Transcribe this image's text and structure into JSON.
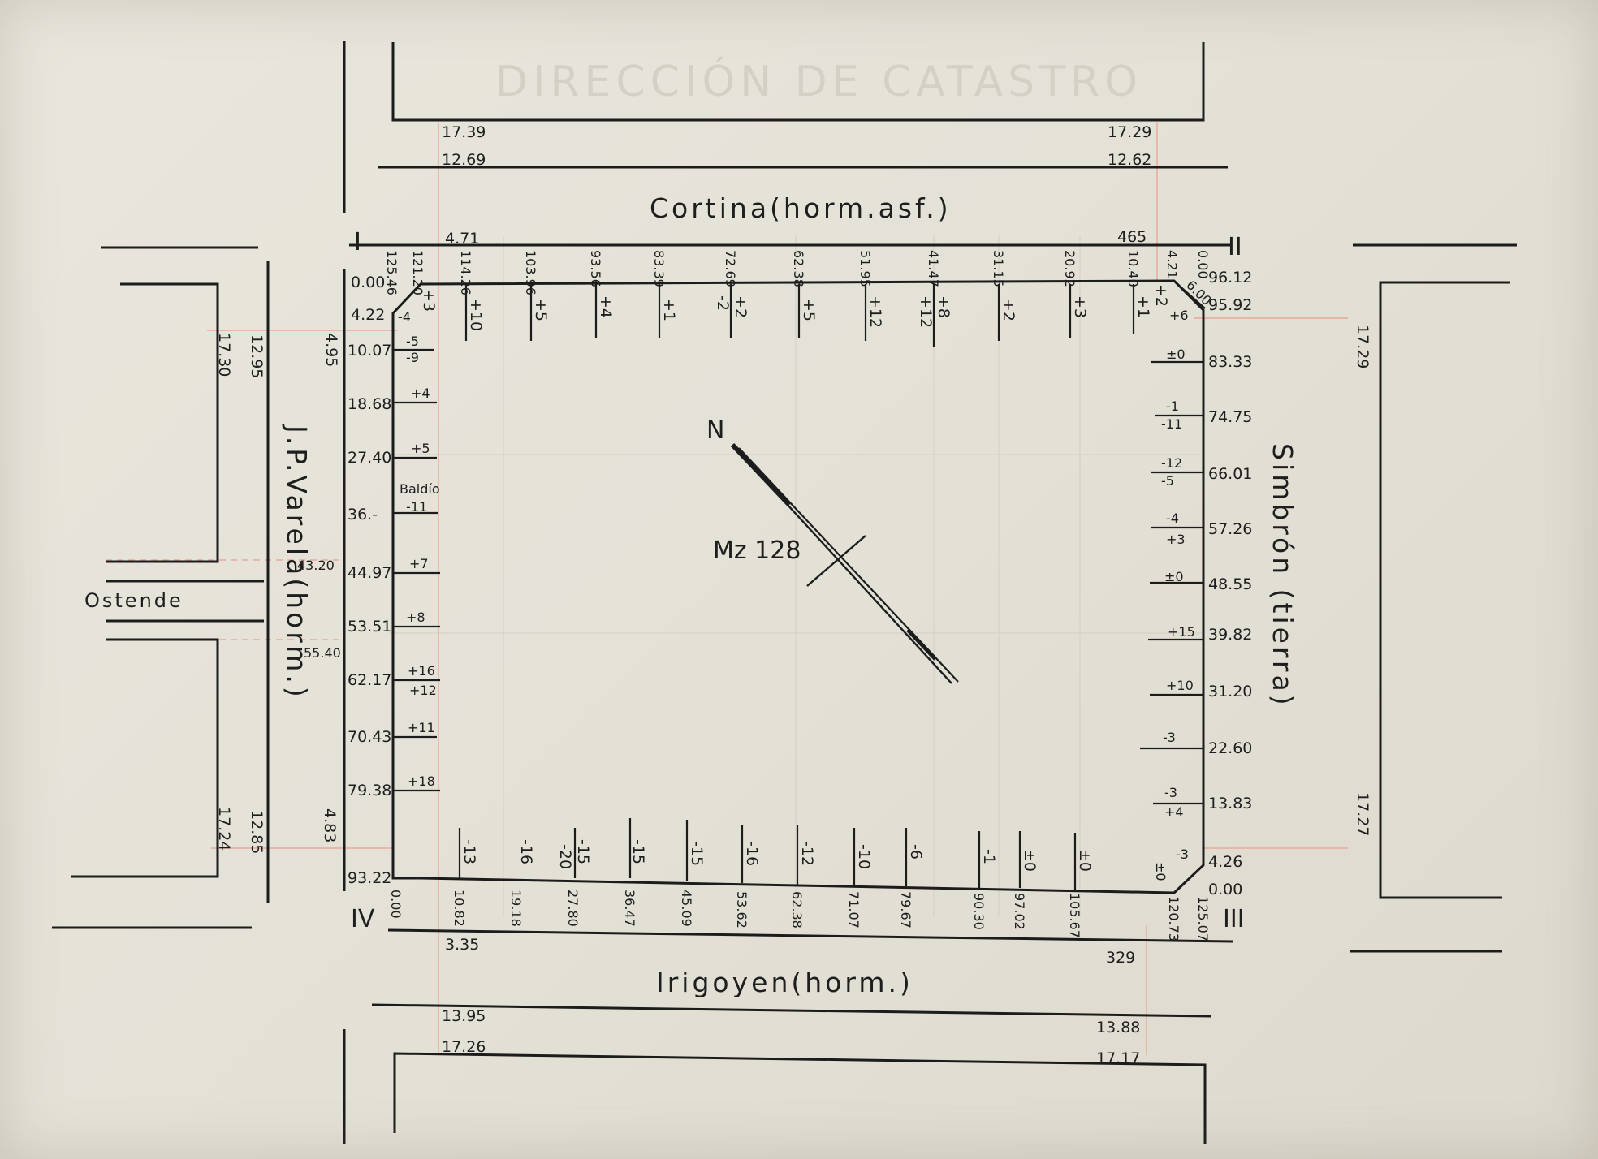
{
  "streets": {
    "north": "Cortina(horm.asf.)",
    "south": "Irigoyen(horm.)",
    "west": "J.P.Varela(horm.)",
    "east": "Simbrón (tierra)",
    "side": "Ostende"
  },
  "block": "Mz 128",
  "north_letter": "N",
  "vacant": "Baldío",
  "roman": {
    "nw": "I",
    "ne": "II",
    "se": "III",
    "sw": "IV"
  },
  "widths": {
    "n_top_left": "17.39",
    "n_top_right": "17.29",
    "n_bot_left": "12.69",
    "n_bot_right": "12.62",
    "n_corner_left": "4.71",
    "n_corner_right": "465",
    "s_top_left": "3.35",
    "s_top_right": "329",
    "s_mid_left": "13.95",
    "s_mid_right": "13.88",
    "s_bot_left": "17.26",
    "s_bot_right": "17.17",
    "w_a": "17.30",
    "w_b": "12.95",
    "w_c": "4.95",
    "w_d": "17.24",
    "w_e": "12.85",
    "w_f": "4.83",
    "w_g": "43.20",
    "w_h": "55.40",
    "e_a": "17.29",
    "e_b": "17.27"
  },
  "top_marks": [
    "125.46",
    "121.20",
    "114.26",
    "103.96",
    "93.56",
    "83.39",
    "72.69",
    "62.38",
    "51.95",
    "41.47",
    "31.15",
    "20.92",
    "10.40",
    "4.21",
    "0.00"
  ],
  "top_deltas": [
    "+3",
    "+10",
    "+5",
    "+4",
    "+1",
    "+2",
    "+5",
    "+12",
    "+8",
    "+2",
    "+3",
    "+1",
    "+2"
  ],
  "top_deltas2": [
    "-2",
    "+12"
  ],
  "right_near": "6.00",
  "right_delta": "+6",
  "right_marks": [
    "96.12",
    "95.92",
    "83.33",
    "74.75",
    "66.01",
    "57.26",
    "48.55",
    "39.82",
    "31.20",
    "22.60",
    "13.83",
    "4.26",
    "0.00"
  ],
  "right_deltas": [
    "±0",
    "-1",
    "-11",
    "-12",
    "-5",
    "-4",
    "+3",
    "±0",
    "+15",
    "+10",
    "-3",
    "-3",
    "+4",
    "-3",
    "±0"
  ],
  "bottom_marks": [
    "0.00",
    "10.82",
    "19.18",
    "27.80",
    "36.47",
    "45.09",
    "53.62",
    "62.38",
    "71.07",
    "79.67",
    "90.30",
    "97.02",
    "105.67",
    "120.73",
    "125.07"
  ],
  "bottom_deltas": [
    "-13",
    "-16",
    "-15",
    "-20",
    "-15",
    "-15",
    "-16",
    "-12",
    "-10",
    "-6",
    "-1",
    "±0",
    "±0"
  ],
  "left_marks": [
    "0.00",
    "4.22",
    "10.07",
    "18.68",
    "27.40",
    "36.-",
    "44.97",
    "53.51",
    "62.17",
    "70.43",
    "79.38",
    "93.22"
  ],
  "left_deltas": [
    "-4",
    "-5",
    "-9",
    "+4",
    "+5",
    "-11",
    "+7",
    "+8",
    "+16",
    "+12",
    "+11",
    "+18"
  ]
}
